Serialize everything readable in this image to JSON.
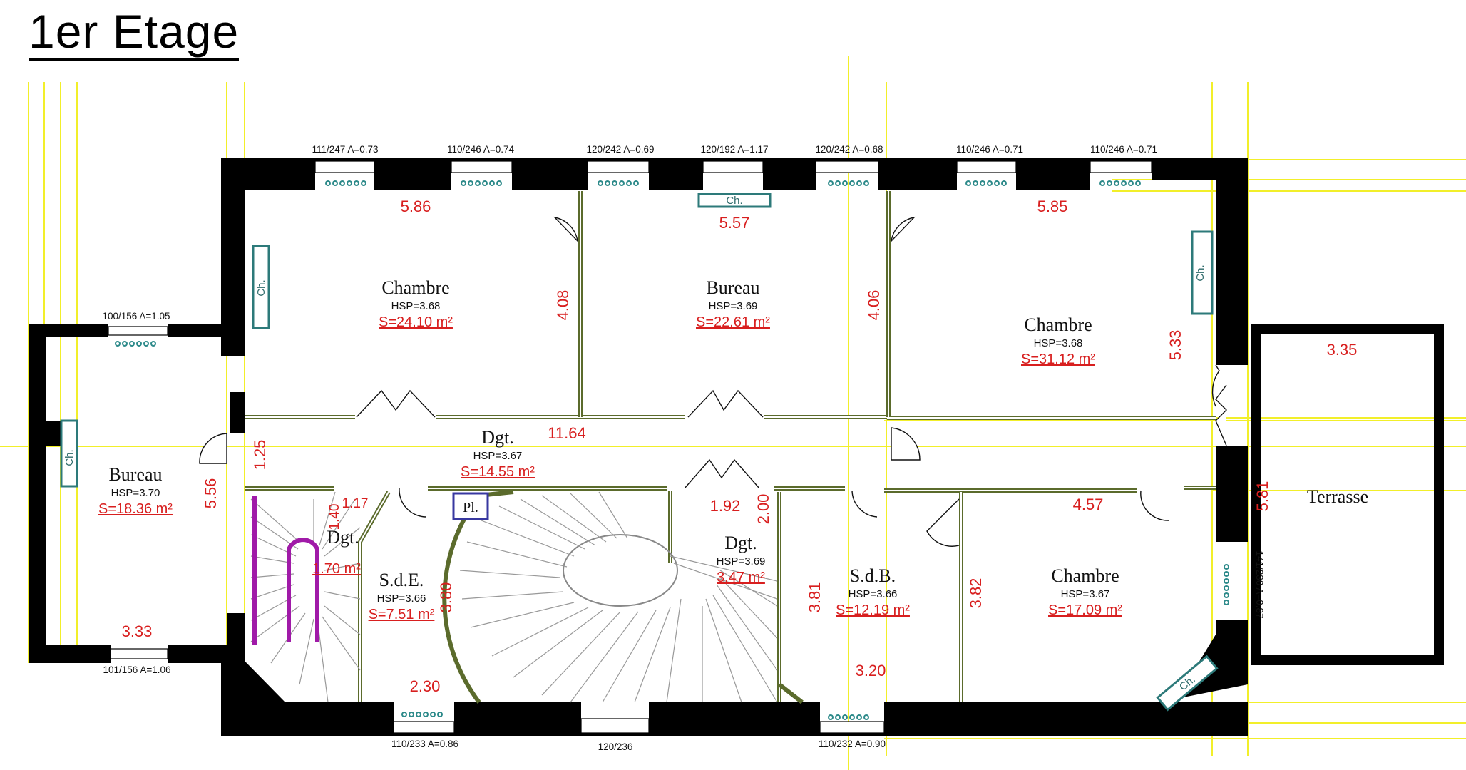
{
  "title": "1er  Etage",
  "rooms": {
    "chambre1": {
      "name": "Chambre",
      "hsp": "HSP=3.68",
      "area": "S=24.10 m²"
    },
    "bureau1": {
      "name": "Bureau",
      "hsp": "HSP=3.69",
      "area": "S=22.61 m²"
    },
    "chambre2": {
      "name": "Chambre",
      "hsp": "HSP=3.68",
      "area": "S=31.12 m²"
    },
    "bureau2": {
      "name": "Bureau",
      "hsp": "HSP=3.70",
      "area": "S=18.36 m²"
    },
    "dgt1": {
      "name": "Dgt.",
      "hsp": "HSP=3.67",
      "area": "S=14.55 m²"
    },
    "dgt2": {
      "name": "Dgt.",
      "area": "1.70 m²"
    },
    "sde": {
      "name": "S.d.E.",
      "hsp": "HSP=3.66",
      "area": "S=7.51 m²"
    },
    "dgt3": {
      "name": "Dgt.",
      "hsp": "HSP=3.69",
      "area": "3.47 m²"
    },
    "sdb": {
      "name": "S.d.B.",
      "hsp": "HSP=3.66",
      "area": "S=12.19 m²"
    },
    "chambre3": {
      "name": "Chambre",
      "hsp": "HSP=3.67",
      "area": "S=17.09 m²"
    },
    "terrasse": {
      "name": "Terrasse"
    }
  },
  "dimensions": {
    "d586": "5.86",
    "d557": "5.57",
    "d585": "5.85",
    "d408": "4.08",
    "d406": "4.06",
    "d533": "5.33",
    "d335": "3.35",
    "d1164": "11.64",
    "d125": "1.25",
    "d556": "5.56",
    "d140": "1.40",
    "d117": "1.17",
    "d192": "1.92",
    "d200": "2.00",
    "d457": "4.57",
    "d581": "5.81",
    "d380": "3.80",
    "d381": "3.81",
    "d382": "3.82",
    "d333": "3.33",
    "d230": "2.30",
    "d320": "3.20"
  },
  "windows": {
    "w1": "111/247 A=0.73",
    "w2": "110/246 A=0.74",
    "w3": "120/242 A=0.69",
    "w4": "120/192 A=1.17",
    "w5": "120/242 A=0.68",
    "w6": "110/246 A=0.71",
    "w7": "110/246 A=0.71",
    "w8": "100/156 A=1.05",
    "w9": "101/156 A=1.06",
    "w10": "110/233 A=0.86",
    "w11": "120/236",
    "w12": "110/232 A=0.90",
    "w13": "141/230 A=0.87"
  },
  "labels": {
    "chimney": "Ch.",
    "placard": "Pl."
  },
  "colors": {
    "wall": "#000000",
    "partition": "#5b6b2c",
    "dimension": "#d81f1f",
    "guide": "#f2ef2a",
    "radiator": "#2d8a8a",
    "stair_rail": "#a01aa8"
  }
}
